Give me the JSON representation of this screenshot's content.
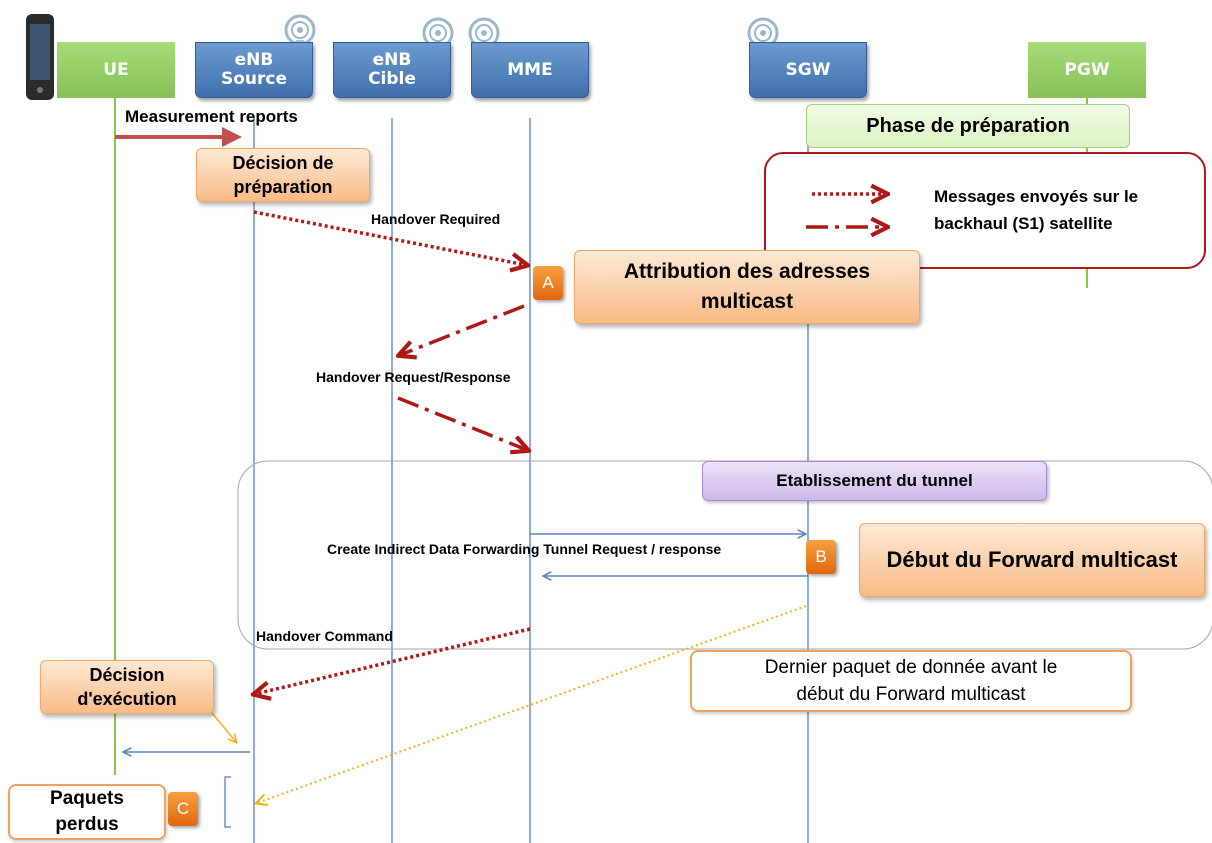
{
  "entities": {
    "ue": "UE",
    "enb_source": "eNB\nSource",
    "enb_cible": "eNB\nCible",
    "mme": "MME",
    "sgw": "SGW",
    "pgw": "PGW"
  },
  "messages": {
    "measurement_reports": "Measurement reports",
    "handover_required": "Handover Required",
    "handover_request_response": "Handover Request/Response",
    "create_tunnel": "Create Indirect Data Forwarding  Tunnel Request / response",
    "handover_command": "Handover Command"
  },
  "boxes": {
    "decision_preparation": "Décision de\npréparation",
    "phase_preparation": "Phase de préparation",
    "attribution_multicast": "Attribution des adresses\nmulticast",
    "etablissement_tunnel": "Etablissement du tunnel",
    "debut_forward": "Début du Forward multicast",
    "dernier_paquet": "Dernier paquet de donnée avant le\ndébut du Forward multicast",
    "decision_execution": "Décision\nd'exécution",
    "paquets_perdus": "Paquets\nperdus"
  },
  "legend": {
    "text": "Messages envoyés sur le\nbackhaul (S1) satellite"
  },
  "badges": {
    "a": "A",
    "b": "B",
    "c": "C"
  },
  "colors": {
    "enb_blue": "#4f81bd",
    "green": "#8cc63f",
    "dark_red": "#b01818",
    "orange": "#f9b47c",
    "purple": "#c7b2e6",
    "yellow_dotted": "#f2c12e",
    "line_blue": "#6a92c6"
  },
  "icons": [
    "phone-icon",
    "antenna-icon"
  ]
}
